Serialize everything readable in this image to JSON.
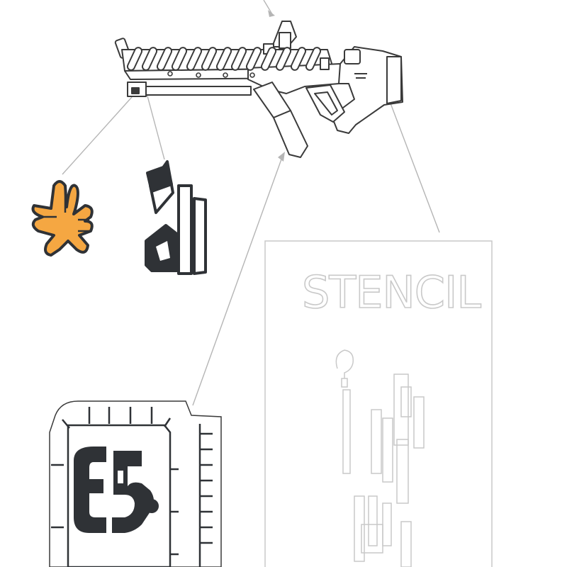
{
  "stencil_panel": {
    "title": "STENCIL"
  },
  "colors": {
    "background": "#ffffff",
    "line_art": "#3a3a3a",
    "leader_lines": "#b5b5b5",
    "panel_outline": "#c9c9c9",
    "hand_fill": "#f5a742",
    "glyph_fill": "#2f3236"
  },
  "icons": [
    "rifle-illustration",
    "hand-sign-icon",
    "ring-glyph-icon",
    "tag-glyph-icon",
    "stencil-panel"
  ]
}
